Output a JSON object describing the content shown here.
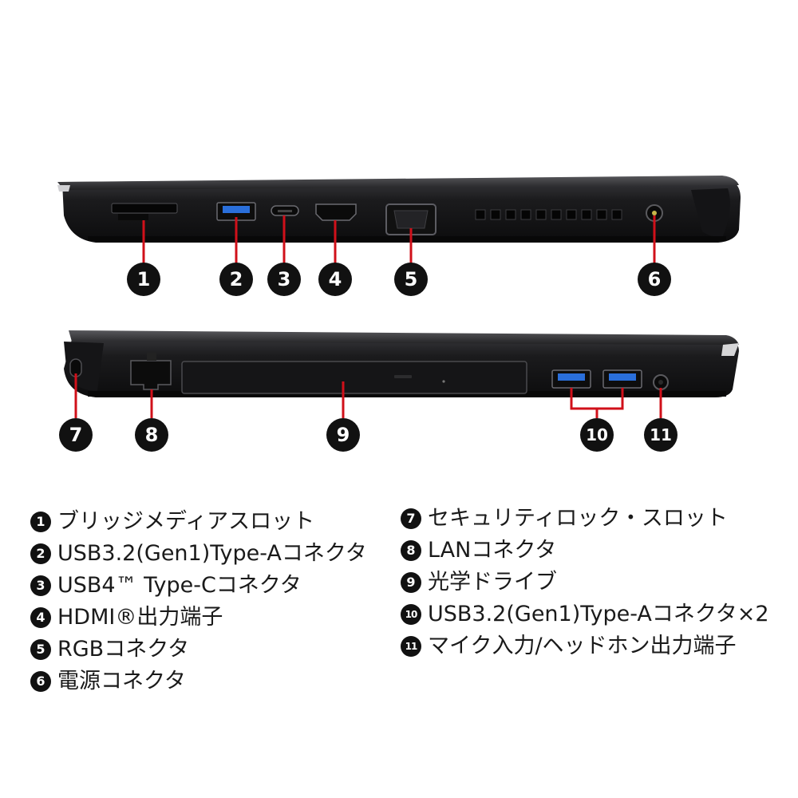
{
  "callouts": {
    "top": [
      "1",
      "2",
      "3",
      "4",
      "5",
      "6"
    ],
    "bottom": [
      "7",
      "8",
      "9",
      "10",
      "11"
    ]
  },
  "legend": {
    "left": [
      {
        "num": "1",
        "label": "ブリッジメディアスロット"
      },
      {
        "num": "2",
        "label": "USB3.2(Gen1)Type-Aコネクタ"
      },
      {
        "num": "3",
        "label": "USB4™ Type-Cコネクタ"
      },
      {
        "num": "4",
        "label": "HDMI®出力端子"
      },
      {
        "num": "5",
        "label": "RGBコネクタ"
      },
      {
        "num": "6",
        "label": "電源コネクタ"
      }
    ],
    "right": [
      {
        "num": "7",
        "label": "セキュリティロック・スロット"
      },
      {
        "num": "8",
        "label": "LANコネクタ"
      },
      {
        "num": "9",
        "label": "光学ドライブ"
      },
      {
        "num": "10",
        "label": "USB3.2(Gen1)Type-Aコネクタ×2"
      },
      {
        "num": "11",
        "label": "マイク入力/ヘッドホン出力端子"
      }
    ]
  },
  "colors": {
    "body": "#1c1c1e",
    "leader": "#d0101a",
    "usb_blue": "#2a6fdb",
    "badge": "#111111"
  }
}
